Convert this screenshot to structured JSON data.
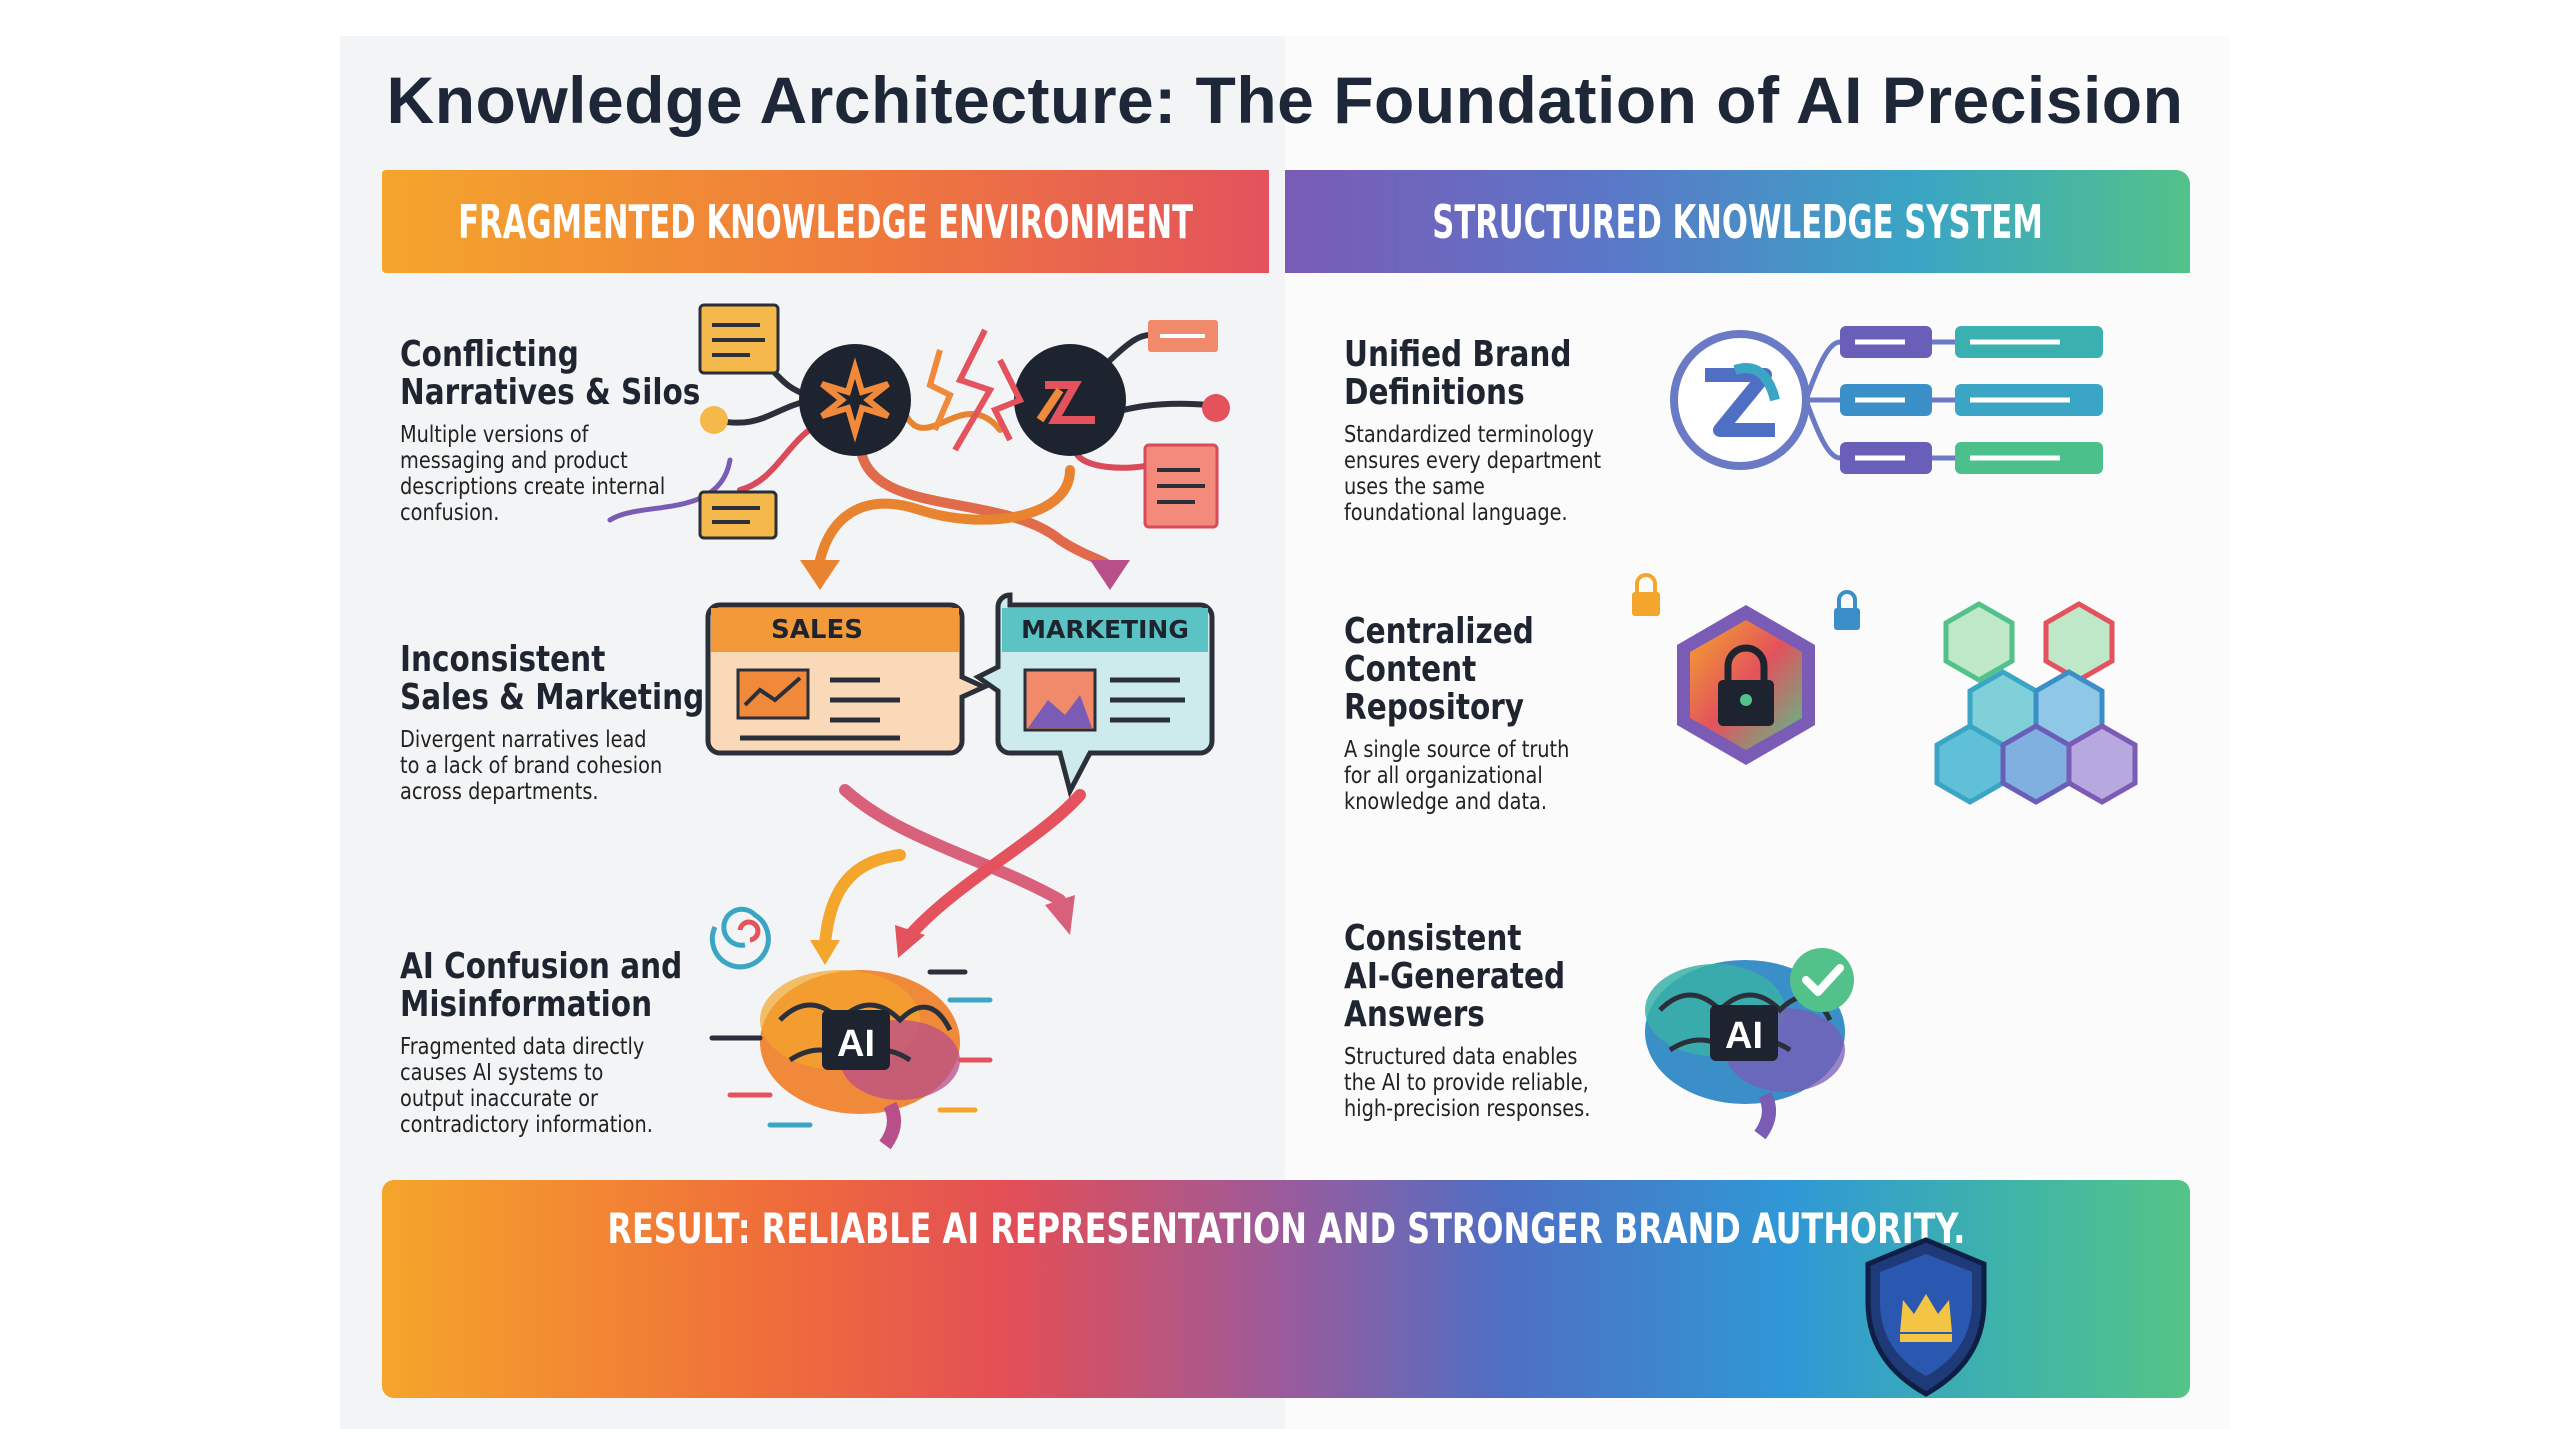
{
  "title": "Knowledge Architecture: The Foundation of AI Precision",
  "left_header": "FRAGMENTED KNOWLEDGE ENVIRONMENT",
  "right_header": "STRUCTURED KNOWLEDGE SYSTEM",
  "left_items": [
    {
      "heading_1": "Conflicting",
      "heading_2": "Narratives & Silos",
      "desc": [
        "Multiple versions of",
        "messaging and product",
        "descriptions create internal",
        "confusion."
      ]
    },
    {
      "heading_1": "Inconsistent",
      "heading_2": "Sales & Marketing",
      "desc": [
        "Divergent narratives lead",
        "to a lack of brand cohesion",
        "across departments."
      ]
    },
    {
      "heading_1": "AI Confusion and",
      "heading_2": "Misinformation",
      "desc": [
        "Fragmented data directly",
        "causes AI systems to",
        "output inaccurate or",
        "contradictory information."
      ]
    }
  ],
  "right_items": [
    {
      "heading_1": "Unified Brand",
      "heading_2": "Definitions",
      "desc": [
        "Standardized terminology",
        "ensures every department",
        "uses the same",
        "foundational language."
      ]
    },
    {
      "heading_1": "Centralized",
      "heading_2": "Content",
      "heading_3": "Repository",
      "desc": [
        "A single source of truth",
        "for all organizational",
        "knowledge and data."
      ]
    },
    {
      "heading_1": "Consistent",
      "heading_2": "AI-Generated",
      "heading_3": "Answers",
      "desc": [
        "Structured data enables",
        "the AI to provide reliable,",
        "high-precision responses."
      ]
    }
  ],
  "bubbles": {
    "sales": "SALES",
    "marketing": "MARKETING"
  },
  "ai_label": "AI",
  "footer": "RESULT: RELIABLE AI REPRESENTATION AND STRONGER BRAND AUTHORITY.",
  "colors": {
    "orange": "#f4a52c",
    "red": "#e3525d",
    "purple": "#7a5bb5",
    "teal": "#3aa5c4",
    "green": "#53c28a",
    "navy": "#1e2738"
  },
  "icons": [
    "document-icon",
    "burst-node-icon",
    "lightning-icon",
    "chat-bubble-icon",
    "brain-ai-icon",
    "swirl-icon",
    "brand-logo-icon",
    "lock-icon",
    "hexagon-cluster-icon",
    "check-icon",
    "shield-crown-icon"
  ]
}
